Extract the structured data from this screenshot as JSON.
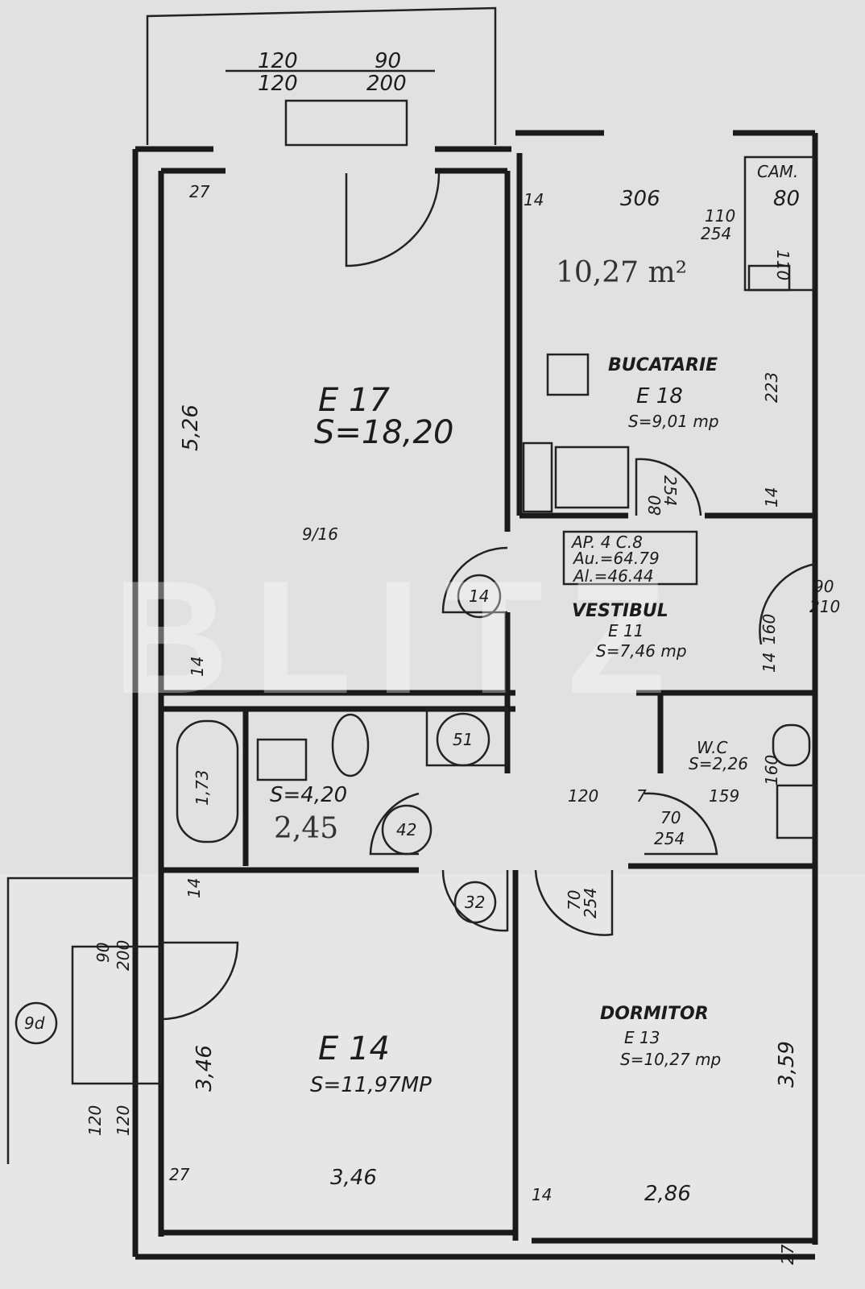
{
  "plan": {
    "rooms": {
      "e17": {
        "code": "E 17",
        "area": "S=18,20",
        "note": "9/16"
      },
      "kitchen": {
        "name": "BUCATARIE",
        "code": "E 18",
        "area": "S=9,01 mp"
      },
      "vestibul": {
        "name": "VESTIBUL",
        "code": "E 11",
        "area": "S=7,46 mp"
      },
      "bath": {
        "area": "S=4,20",
        "note": "2,45"
      },
      "wc": {
        "name": "W.C",
        "area": "S=2,26"
      },
      "e14": {
        "code": "E 14",
        "area": "S=11,97MP"
      },
      "dormitor": {
        "name": "DORMITOR",
        "code": "E 13",
        "area": "S=10,27 mp"
      },
      "cam": {
        "name": "CAM."
      }
    },
    "apartment_info": {
      "line1": "AP. 4 C.8",
      "line2": "Au.=64.79",
      "line3": "Al.=46.44"
    },
    "handwritten": {
      "area": "10,27 m²"
    },
    "watermark": "BLITZ",
    "dimensions": {
      "balcony_top_left": "120",
      "balcony_top_left_h": "120",
      "balcony_top_right": "90",
      "balcony_top_right_h": "200",
      "e17_wall_top": "27",
      "e17_height": "5,26",
      "e17_wall_bottom": "14",
      "k_wall": "14",
      "k_width": "306",
      "k_window": "110",
      "k_window_h": "254",
      "cam_w": "80",
      "cam_h": "110",
      "k_height": "223",
      "k_wall2": "14",
      "k_door": "80",
      "k_door_h": "254",
      "v_circle": "14",
      "entry_door": "90",
      "entry_door_h": "210",
      "v_wall": "14",
      "v_height": "160",
      "bath_tub": "1,73",
      "closet": "51",
      "bath_door": "42",
      "door_32": "32",
      "v_width": "120",
      "v_seven": "7",
      "wc_door": "70",
      "wc_door_h": "254",
      "wc_width": "159",
      "wc_height": "160",
      "left_balcony_door": "90",
      "left_balcony_door_h": "200",
      "left_balcony_circle": "9d",
      "left_balcony_w": "120",
      "left_balcony_w2": "120",
      "e14_height": "3,46",
      "e14_wall": "27",
      "e14_width": "3,46",
      "e14_wall_left": "14",
      "e13_wall": "14",
      "e13_width": "2,86",
      "e13_height": "3,59",
      "e13_wall_right": "27",
      "d_door": "70",
      "d_door_h": "254"
    }
  }
}
